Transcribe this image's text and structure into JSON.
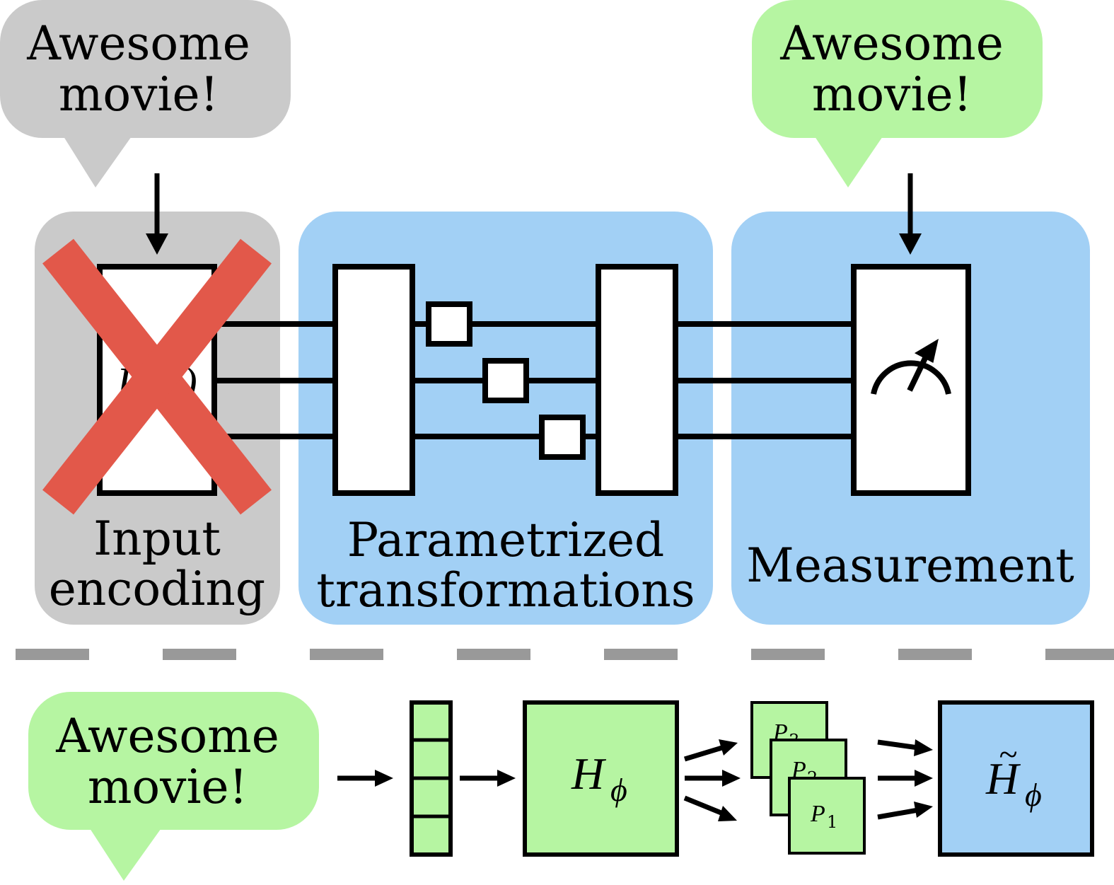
{
  "bubbles": {
    "input_text": [
      "Awesome",
      "movie!"
    ],
    "output_text": [
      "Awesome",
      "movie!"
    ],
    "bottom_text": [
      "Awesome",
      "movie!"
    ]
  },
  "sections": {
    "input_encoding": [
      "Input",
      "encoding"
    ],
    "parametrized": [
      "Parametrized",
      "transformations"
    ],
    "measurement": "Measurement"
  },
  "gates": {
    "encoding_label": "U(x)"
  },
  "bottom": {
    "hamiltonian_base": "H",
    "hamiltonian_sub": "ϕ",
    "tilde_mark": "~",
    "paulis": [
      {
        "base": "P",
        "sub": "3"
      },
      {
        "base": "P",
        "sub": "2"
      },
      {
        "base": "P",
        "sub": "1"
      }
    ]
  },
  "colors": {
    "gray_region": "#cacaca",
    "blue_region": "#a2d0f5",
    "green": "#b6f5a2",
    "cross": "#e2584a",
    "dash": "#999999"
  }
}
